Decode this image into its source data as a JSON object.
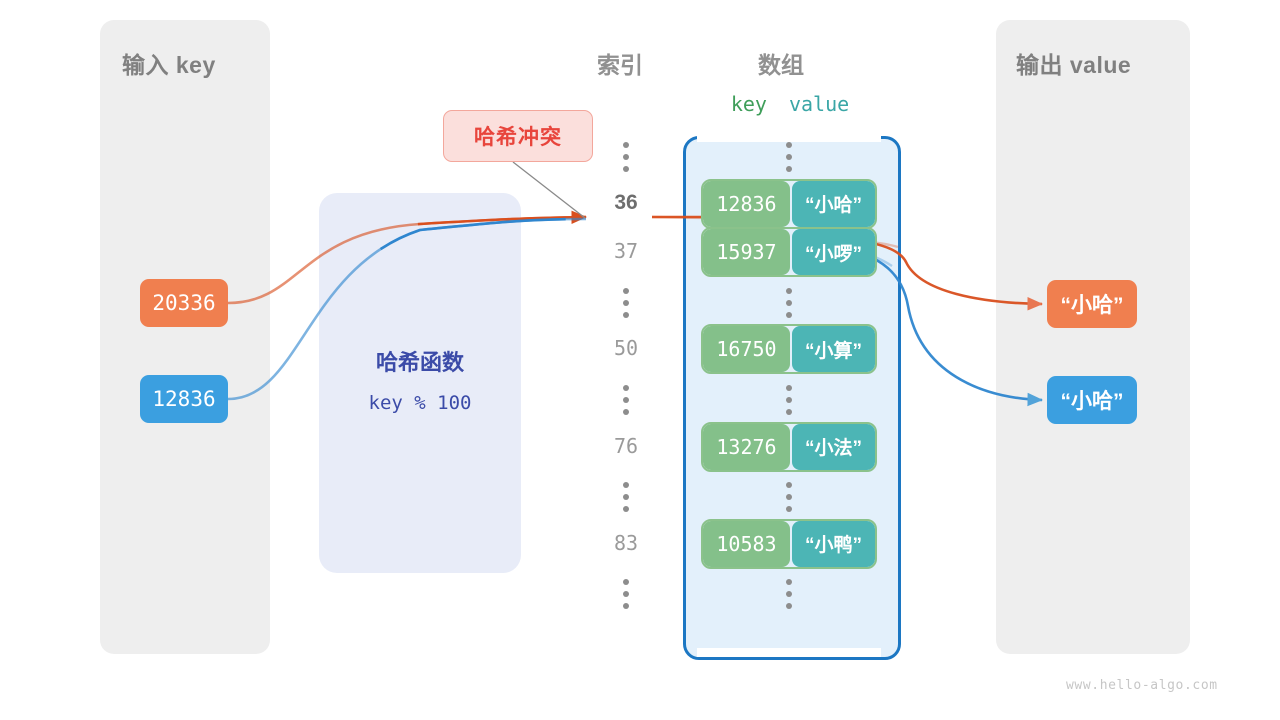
{
  "panels": {
    "input": {
      "title": "输入 key"
    },
    "output": {
      "title": "输出 value"
    }
  },
  "hash_function": {
    "name": "哈希函数",
    "expression": "key % 100"
  },
  "collision": {
    "label": "哈希冲突",
    "text_color": "#e8453c",
    "fill_color": "#fbdfdc"
  },
  "headings": {
    "index": "索引",
    "array": "数组",
    "key": "key",
    "value": "value"
  },
  "inputs": [
    {
      "key": "20336",
      "color": "#f07f4f"
    },
    {
      "key": "12836",
      "color": "#3b9fe0"
    }
  ],
  "outputs": [
    {
      "value": "“小哈”",
      "color": "#f07f4f"
    },
    {
      "value": "“小哈”",
      "color": "#3b9fe0"
    }
  ],
  "array": {
    "fill_color": "#e3f0fb",
    "border_color": "#1c77c3",
    "key_cell_color": "#84c08a",
    "value_cell_color": "#4cb5b5",
    "rows": [
      {
        "kind": "ellipsis"
      },
      {
        "kind": "entry",
        "index": "36",
        "highlight": true,
        "key": "12836",
        "value": "“小哈”"
      },
      {
        "kind": "entry",
        "index": "37",
        "highlight": false,
        "key": "15937",
        "value": "“小啰”"
      },
      {
        "kind": "ellipsis"
      },
      {
        "kind": "entry",
        "index": "50",
        "highlight": false,
        "key": "16750",
        "value": "“小算”"
      },
      {
        "kind": "ellipsis"
      },
      {
        "kind": "entry",
        "index": "76",
        "highlight": false,
        "key": "13276",
        "value": "“小法”"
      },
      {
        "kind": "ellipsis"
      },
      {
        "kind": "entry",
        "index": "83",
        "highlight": false,
        "key": "10583",
        "value": "“小鸭”"
      },
      {
        "kind": "ellipsis"
      }
    ]
  },
  "watermark": "www.hello-algo.com"
}
